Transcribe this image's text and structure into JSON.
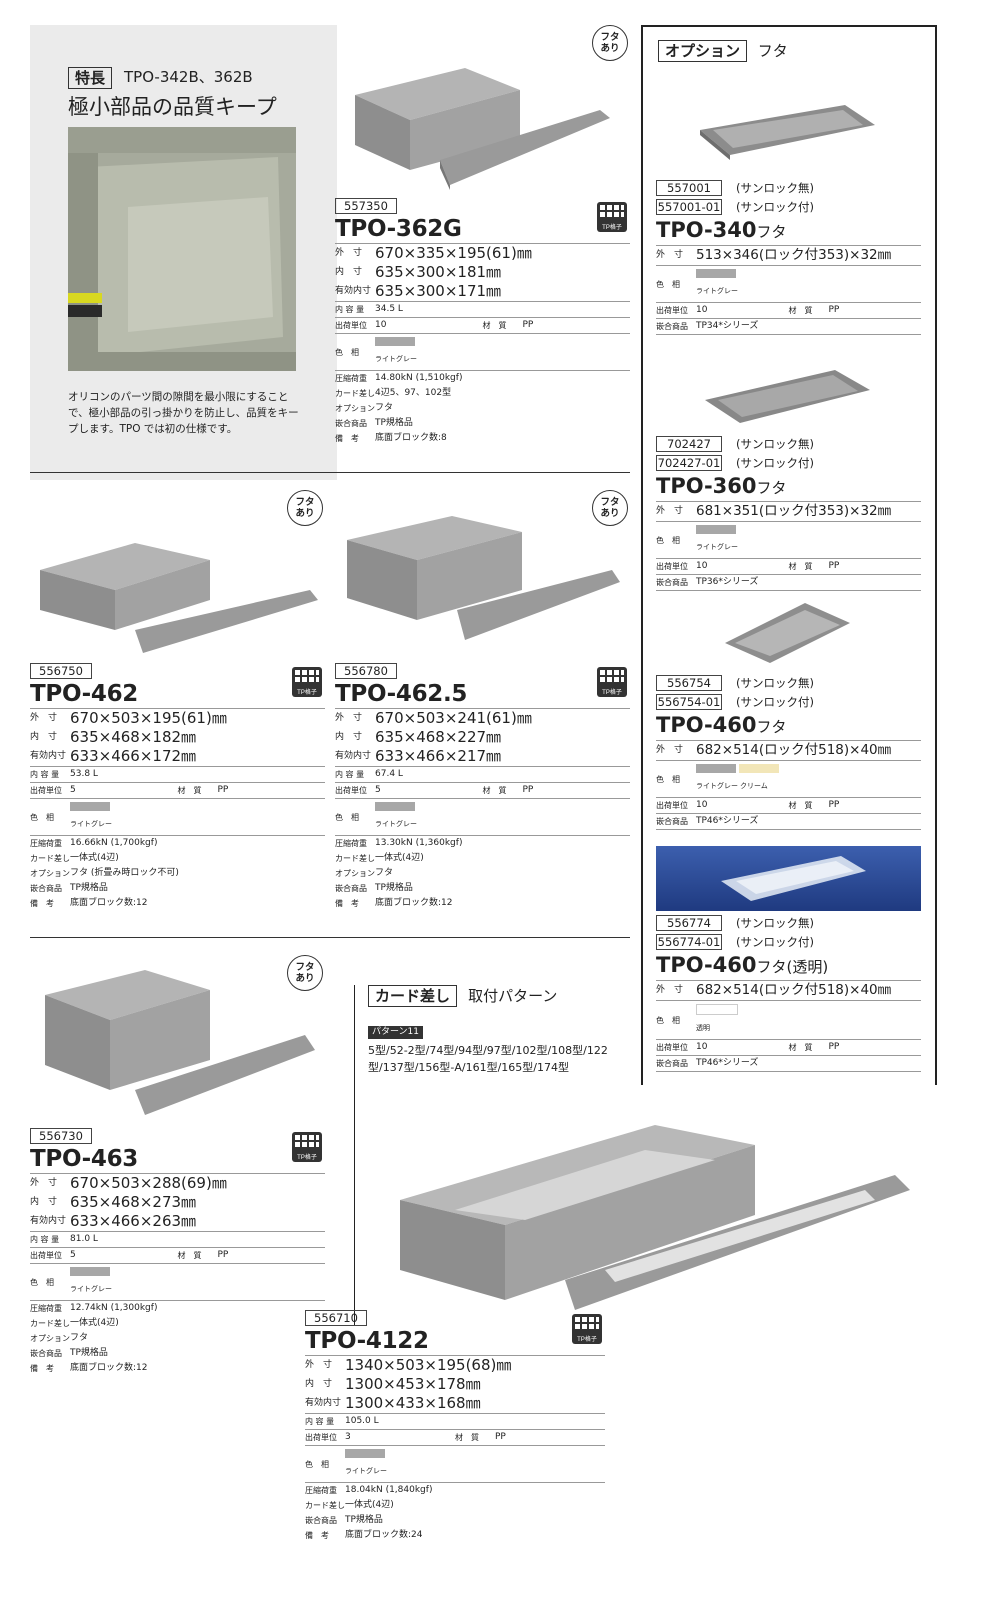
{
  "feature": {
    "tag": "特長",
    "models": "TPO-342B、362B",
    "title": "極小部品の品質キープ",
    "description": "オリコンのパーツ間の隙間を最小限にすることで、極小部品の引っ掛かりを防止し、品質をキープします。TPO では初の仕様です。"
  },
  "badge_text": "フタ\nあり",
  "tp_icon_label": "TP格子",
  "labels": {
    "outer": "外　寸",
    "inner": "内　寸",
    "effective": "有効内寸",
    "capacity": "内 容 量",
    "unit": "出荷単位",
    "material": "材　質",
    "color": "色　相",
    "load": "圧縮荷重",
    "card": "カード差し",
    "option": "オプション",
    "nest": "嵌合商品",
    "remarks": "備　考"
  },
  "products": [
    {
      "id": "p1",
      "code": "557350",
      "model": "TPO-362G",
      "outer": "670×335×195(61)㎜",
      "inner": "635×300×181㎜",
      "effective": "635×300×171㎜",
      "capacity": "34.5 L",
      "unit": "10",
      "material": "PP",
      "color": "ライトグレー",
      "load": "14.80kN (1,510kgf)",
      "card": "4辺5、97、102型",
      "option": "フタ",
      "nest": "TP規格品",
      "remarks": "底面ブロック数:8"
    },
    {
      "id": "p2",
      "code": "556750",
      "model": "TPO-462",
      "outer": "670×503×195(61)㎜",
      "inner": "635×468×182㎜",
      "effective": "633×466×172㎜",
      "capacity": "53.8 L",
      "unit": "5",
      "material": "PP",
      "color": "ライトグレー",
      "load": "16.66kN (1,700kgf)",
      "card": "一体式(4辺)",
      "option": "フタ (折畳み時ロック不可)",
      "nest": "TP規格品",
      "remarks": "底面ブロック数:12"
    },
    {
      "id": "p3",
      "code": "556780",
      "model": "TPO-462.5",
      "outer": "670×503×241(61)㎜",
      "inner": "635×468×227㎜",
      "effective": "633×466×217㎜",
      "capacity": "67.4 L",
      "unit": "5",
      "material": "PP",
      "color": "ライトグレー",
      "load": "13.30kN (1,360kgf)",
      "card": "一体式(4辺)",
      "option": "フタ",
      "nest": "TP規格品",
      "remarks": "底面ブロック数:12"
    },
    {
      "id": "p4",
      "code": "556730",
      "model": "TPO-463",
      "outer": "670×503×288(69)㎜",
      "inner": "635×468×273㎜",
      "effective": "633×466×263㎜",
      "capacity": "81.0 L",
      "unit": "5",
      "material": "PP",
      "color": "ライトグレー",
      "load": "12.74kN (1,300kgf)",
      "card": "一体式(4辺)",
      "option": "フタ",
      "nest": "TP規格品",
      "remarks": "底面ブロック数:12"
    },
    {
      "id": "p5",
      "code": "556710",
      "model": "TPO-4122",
      "outer": "1340×503×195(68)㎜",
      "inner": "1300×453×178㎜",
      "effective": "1300×433×168㎜",
      "capacity": "105.0 L",
      "unit": "3",
      "material": "PP",
      "color": "ライトグレー",
      "load": "18.04kN (1,840kgf)",
      "card": "一体式(4辺)",
      "nest": "TP規格品",
      "remarks": "底面ブロック数:24"
    }
  ],
  "options_section": {
    "tag": "オプション",
    "title": "フタ",
    "items": [
      {
        "code1": "557001",
        "note1": "(サンロック無)",
        "code2": "557001-01",
        "note2": "(サンロック付)",
        "model": "TPO-340",
        "suffix": "フタ",
        "outer": "513×346(ロック付353)×32㎜",
        "colors": [
          "ライトグレー"
        ],
        "unit": "10",
        "material": "PP",
        "nest": "TP34*シリーズ"
      },
      {
        "code1": "702427",
        "note1": "(サンロック無)",
        "code2": "702427-01",
        "note2": "(サンロック付)",
        "model": "TPO-360",
        "suffix": "フタ",
        "outer": "681×351(ロック付353)×32㎜",
        "colors": [
          "ライトグレー"
        ],
        "unit": "10",
        "material": "PP",
        "nest": "TP36*シリーズ"
      },
      {
        "code1": "556754",
        "note1": "(サンロック無)",
        "code2": "556754-01",
        "note2": "(サンロック付)",
        "model": "TPO-460",
        "suffix": "フタ",
        "outer": "682×514(ロック付518)×40㎜",
        "colors": [
          "ライトグレー",
          "クリーム"
        ],
        "unit": "10",
        "material": "PP",
        "nest": "TP46*シリーズ"
      },
      {
        "code1": "556774",
        "note1": "(サンロック無)",
        "code2": "556774-01",
        "note2": "(サンロック付)",
        "model": "TPO-460",
        "suffix": "フタ(透明)",
        "outer": "682×514(ロック付518)×40㎜",
        "colors": [
          "透明"
        ],
        "unit": "10",
        "material": "PP",
        "nest": "TP46*シリーズ"
      }
    ]
  },
  "card_section": {
    "tag": "カード差し",
    "title": "取付パターン",
    "pattern": "パターン11",
    "text": "5型/52-2型/74型/94型/97型/102型/108型/122型/137型/156型-A/161型/165型/174型"
  },
  "colors": {
    "light_gray": "#a7a7a7",
    "cream": "#f2e6b8",
    "feature_bg": "#ebebeb",
    "lid_blue": "#2f4f9e"
  }
}
